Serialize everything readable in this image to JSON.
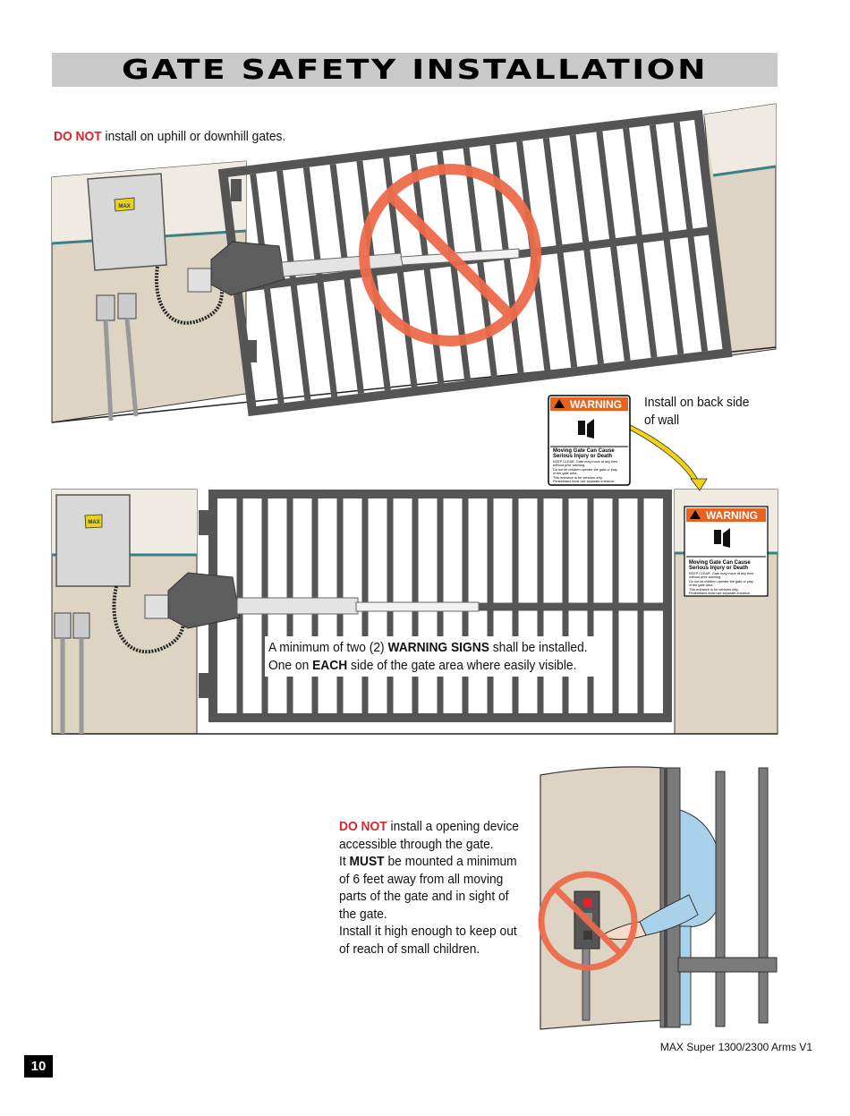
{
  "title": "GATE SAFETY INSTALLATION",
  "section1": {
    "do_not": "DO NOT",
    "text": " install on uphill or downhill gates."
  },
  "section2": {
    "callout": "Install on back side of wall",
    "line1_pre": "A minimum of two (2) ",
    "line1_bold": "WARNING SIGNS",
    "line1_post": " shall be installed.",
    "line2_pre": "One on ",
    "line2_bold": "EACH",
    "line2_post": " side of the gate area where easily visible."
  },
  "warning_sign": {
    "header": "WARNING",
    "headline1": "Moving Gate Can Cause",
    "headline2": "Serious Injury or Death",
    "line1": "KEEP CLEAR. Gate may move at any time",
    "line2": "without prior warning.",
    "line3": "Do not let children operate the gate or play",
    "line4": "in the gate area.",
    "line5": "This entrance is for vehicles only.",
    "line6": "Pedestrians must use separate entrance."
  },
  "control_box_brand": "MAX",
  "section3": {
    "do_not": "DO NOT",
    "l1": " install a opening device",
    "l2": "accessible through the gate.",
    "l3_pre": "It ",
    "l3_bold": "MUST",
    "l3_post": " be mounted a minimum",
    "l4": "of 6 feet away from all moving",
    "l5": "parts of the gate and in sight of",
    "l6": "the gate.",
    "l7": "Install it high enough to keep out",
    "l8": "of reach of small children."
  },
  "page_number": "10",
  "footer": "MAX Super 1300/2300 Arms V1",
  "colors": {
    "prohibit": "#ec6b4b",
    "warning_orange": "#e8631f",
    "accent_red": "#d9262b",
    "arrow_yellow": "#f2d312"
  }
}
